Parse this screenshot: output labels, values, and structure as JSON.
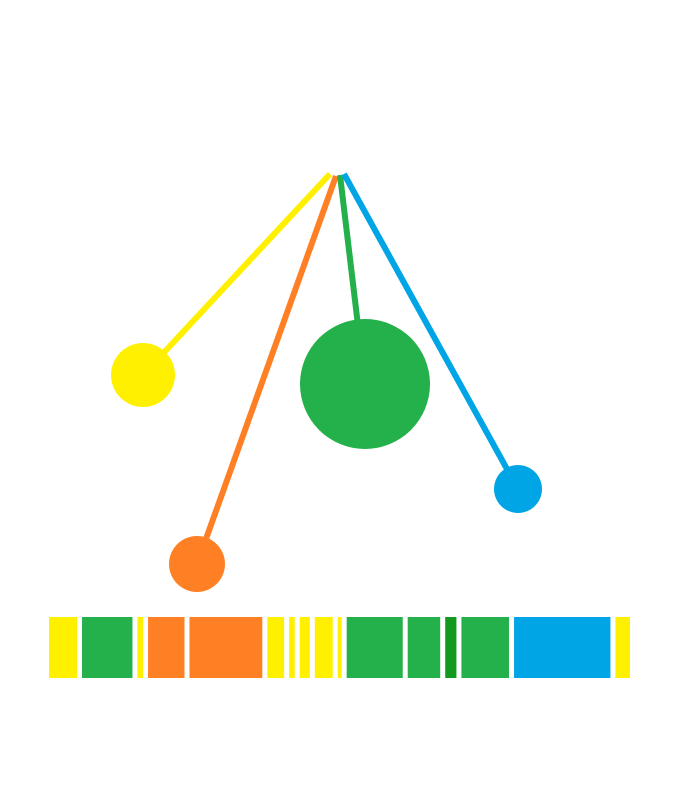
{
  "palette": {
    "yellow": "#FFF000",
    "orange": "#FF8024",
    "green": "#24B04A",
    "dark_green": "#129A1E",
    "blue": "#00A5E6",
    "background": "#FFFFFF"
  },
  "pendulums": [
    {
      "name": "yellow-pendulum",
      "color": "yellow",
      "size": "medium"
    },
    {
      "name": "orange-pendulum",
      "color": "orange",
      "size": "medium"
    },
    {
      "name": "green-pendulum",
      "color": "green",
      "size": "large"
    },
    {
      "name": "blue-pendulum",
      "color": "blue",
      "size": "small"
    }
  ],
  "stripe_bar": {
    "stripes": [
      {
        "color": "yellow",
        "share": 0.05
      },
      {
        "color": "green",
        "share": 0.09
      },
      {
        "color": "yellow",
        "share": 0.01
      },
      {
        "color": "orange",
        "share": 0.065
      },
      {
        "color": "orange",
        "share": 0.13
      },
      {
        "color": "yellow",
        "share": 0.03
      },
      {
        "color": "yellow",
        "share": 0.01
      },
      {
        "color": "yellow",
        "share": 0.018
      },
      {
        "color": "yellow",
        "share": 0.032
      },
      {
        "color": "yellow",
        "share": 0.007
      },
      {
        "color": "green",
        "share": 0.1
      },
      {
        "color": "green",
        "share": 0.058
      },
      {
        "color": "dark_green",
        "share": 0.02
      },
      {
        "color": "green",
        "share": 0.085
      },
      {
        "color": "blue",
        "share": 0.172
      },
      {
        "color": "yellow",
        "share": 0.026
      }
    ]
  }
}
